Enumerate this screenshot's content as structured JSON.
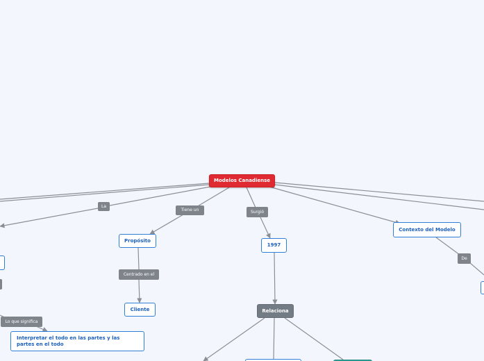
{
  "map": {
    "root": "Modelos Canadiense",
    "nodes": {
      "proposito": "Propósito",
      "cliente": "Cliente",
      "year": "1997",
      "relaciona": "Relaciona",
      "contexto": "Contexto del Modelo",
      "interpretar": "Interpretar el todo en las partes y las partes en el todo"
    },
    "links": {
      "la": "La",
      "tiene_un": "Tiene un",
      "surgio": "Surgió",
      "centrado_en_el": "Centrado en el",
      "de": "De",
      "lo_que_significa": "Lo que significa"
    }
  },
  "colors": {
    "background": "#f3f6fd",
    "root": "#e02a32",
    "concept_border": "#2f7fd8",
    "concept_text": "#1b5fbf",
    "link_label": "#7f848b",
    "connector": "#8a8f96"
  }
}
